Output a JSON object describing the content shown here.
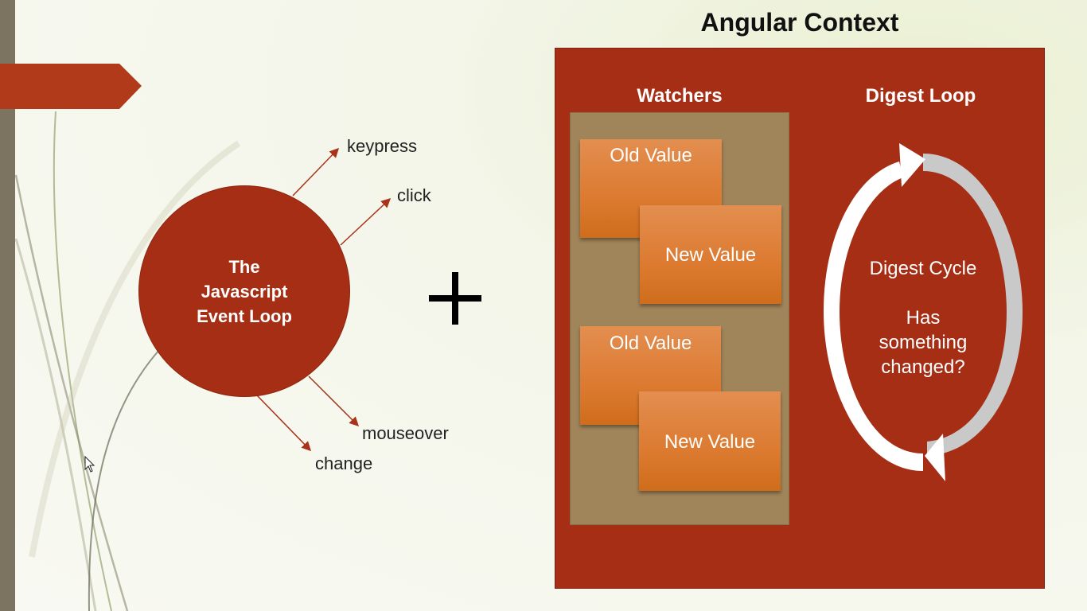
{
  "left": {
    "circle_label": "The\nJavascript\nEvent Loop",
    "events": [
      "keypress",
      "click",
      "mouseover",
      "change"
    ],
    "plus_symbol": "+"
  },
  "angular": {
    "title": "Angular Context",
    "watchers_header": "Watchers",
    "digest_header": "Digest Loop",
    "watcher_pairs": [
      {
        "old": "Old Value",
        "new": "New Value"
      },
      {
        "old": "Old Value",
        "new": "New Value"
      }
    ],
    "cycle_label": "Digest Cycle",
    "cycle_question": "Has\nsomething\nchanged?"
  },
  "colors": {
    "brick": "#a52e14",
    "watchers_bg": "#a0845a",
    "value_box": "#dc7a30",
    "page_bg": "#f6f7ee"
  },
  "icons": [
    "pennant-arrow",
    "cursor-icon",
    "circular-arrows-icon"
  ]
}
